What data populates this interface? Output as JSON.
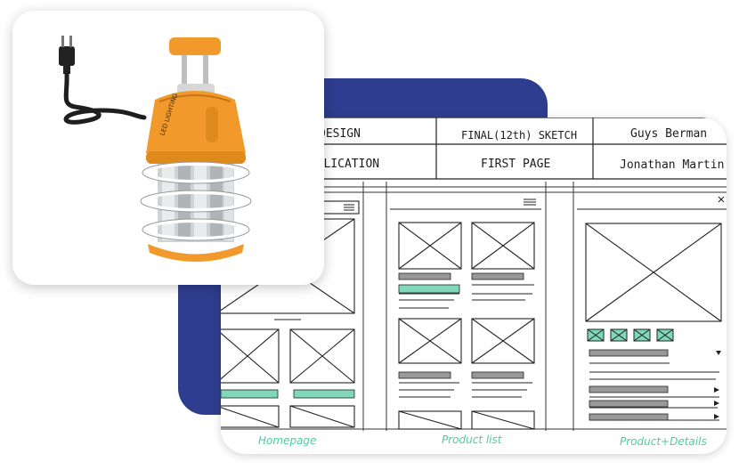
{
  "title_block": {
    "row1": [
      "DESIGN",
      "FINAL(12th) SKETCH",
      "Guys Berman"
    ],
    "row2": [
      "APPLICATION",
      "FIRST PAGE",
      "Jonathan Martin"
    ]
  },
  "screens": [
    "Homepage",
    "Product list",
    "Product+Details"
  ],
  "product": {
    "name": "orange LED work light with wire cage",
    "brand_logo_text": "LED LIGHTING"
  },
  "colors": {
    "blue_accent": "#2f3d8f",
    "sketch_green": "#52c9a3",
    "lamp_orange": "#f19a2b"
  }
}
